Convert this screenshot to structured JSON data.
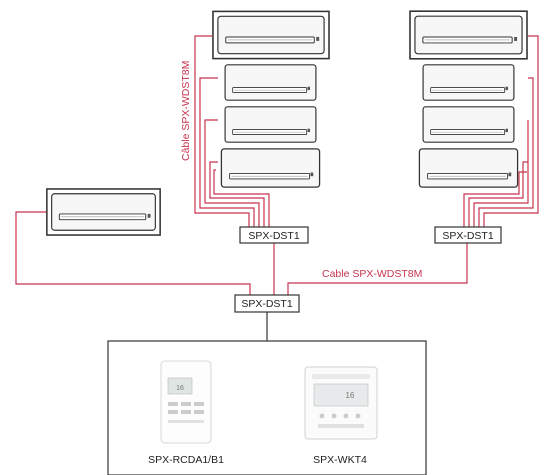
{
  "labels": {
    "splitter": "SPX-DST1",
    "cable_vertical": "Câble SPX-WDST8M",
    "cable_horizontal": "Cable SPX-WDST8M",
    "remote_wired": "SPX-RCDA1/B1",
    "remote_wall": "SPX-WKT4",
    "remote_screen_value": "16"
  },
  "colors": {
    "cable": "#c8344f",
    "line": "#333333",
    "unit_body": "#f7f7f7",
    "background": "#ffffff"
  }
}
